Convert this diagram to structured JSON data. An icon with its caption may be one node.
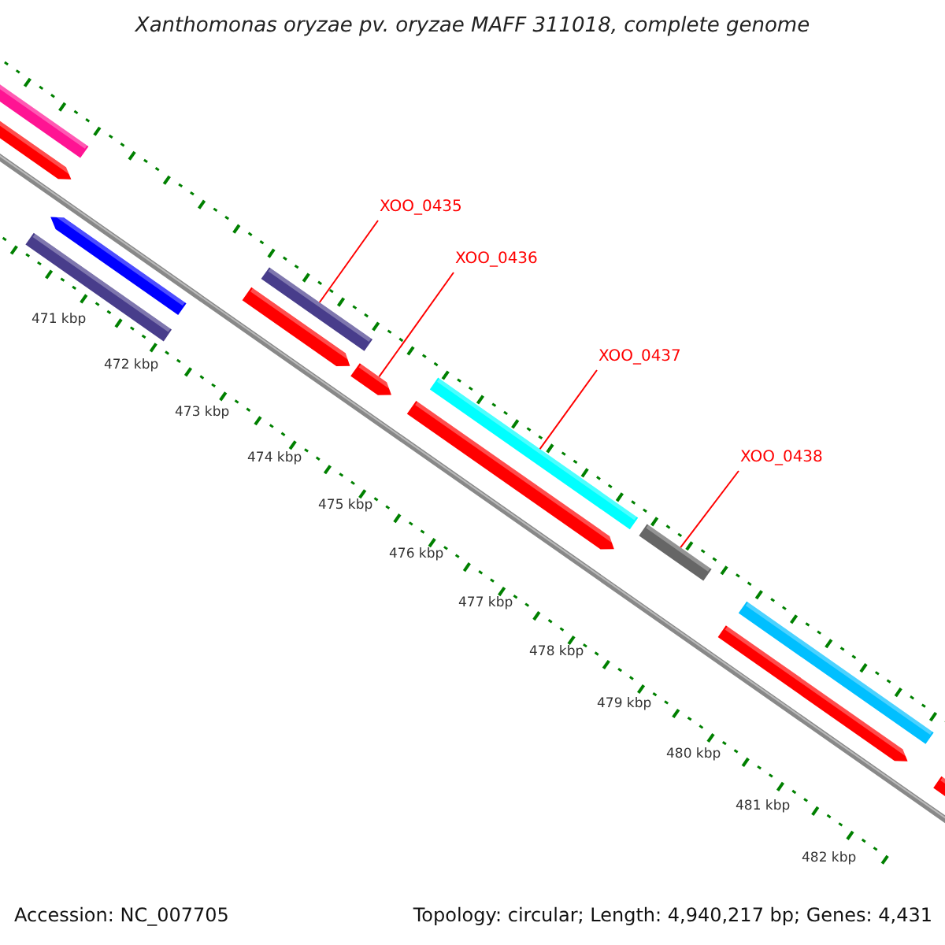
{
  "diagram": {
    "title": "Xanthomonas oryzae pv. oryzae MAFF 311018, complete genome",
    "nodes": [
      {
        "text": [
          "XOO_0435"
        ]
      },
      {
        "text": [
          "XOO_0436"
        ]
      },
      {
        "text": [
          "XOO_0437"
        ]
      },
      {
        "text": [
          "XOO_0438"
        ]
      },
      {
        "text": [],
        "shape": "bar"
      },
      {
        "text": [],
        "shape": "bar"
      },
      {
        "text": [],
        "shape": "bar"
      },
      {
        "text": [],
        "shape": "bar"
      }
    ],
    "edges": [
      {
        "from": 0,
        "to": 4,
        "arrow": "none"
      },
      {
        "from": 1,
        "to": 5,
        "arrow": "none"
      },
      {
        "from": 2,
        "to": 6,
        "arrow": "none"
      },
      {
        "from": 3,
        "to": 7,
        "arrow": "none"
      }
    ],
    "labels": [
      "471 kbp",
      "472 kbp",
      "473 kbp",
      "474 kbp",
      "475 kbp",
      "476 kbp",
      "477 kbp",
      "478 kbp",
      "479 kbp",
      "480 kbp",
      "481 kbp",
      "482 kbp",
      "Accession: NC_007705",
      "Topology: circular; Length: 4,940,217 bp; Genes: 4,431"
    ]
  }
}
